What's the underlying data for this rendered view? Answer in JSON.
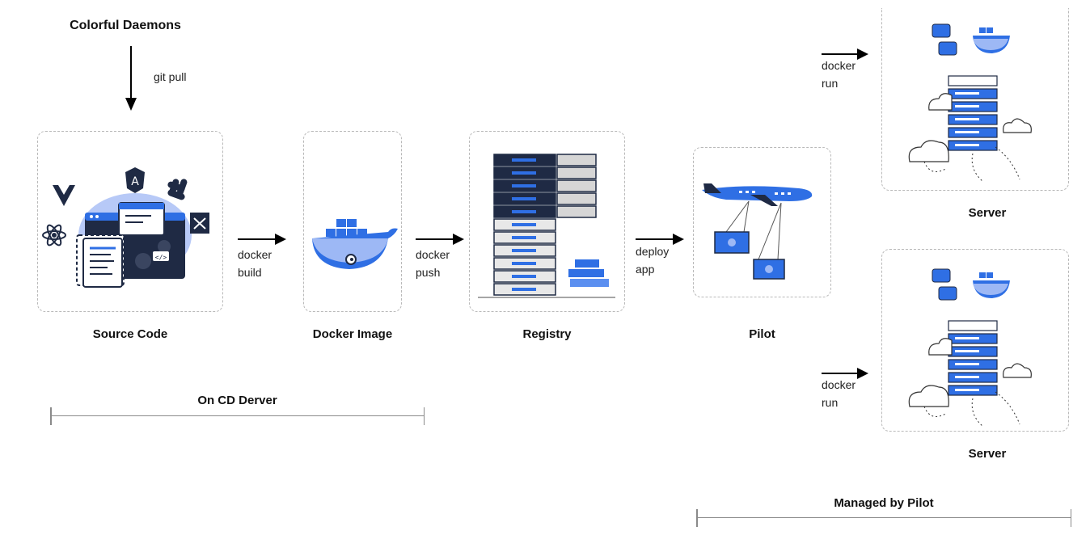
{
  "source": {
    "label": "Colorful Daemons"
  },
  "edges": {
    "git_pull": "git pull",
    "docker_build": [
      "docker",
      "build"
    ],
    "docker_push": [
      "docker",
      "push"
    ],
    "deploy_app": [
      "deploy",
      "app"
    ],
    "docker_run_top": [
      "docker",
      "run"
    ],
    "docker_run_bottom": [
      "docker",
      "run"
    ]
  },
  "nodes": {
    "source_code": "Source Code",
    "docker_image": "Docker Image",
    "registry": "Registry",
    "pilot": "Pilot",
    "server_top": "Server",
    "server_bottom": "Server"
  },
  "groups": {
    "cd_server": "On CD Derver",
    "managed": "Managed by Pilot"
  },
  "colors": {
    "accent_blue": "#2f6fe4",
    "navy": "#1f2a44",
    "light_blue": "#9db8f5",
    "dashed_border": "#b9b9b9"
  }
}
